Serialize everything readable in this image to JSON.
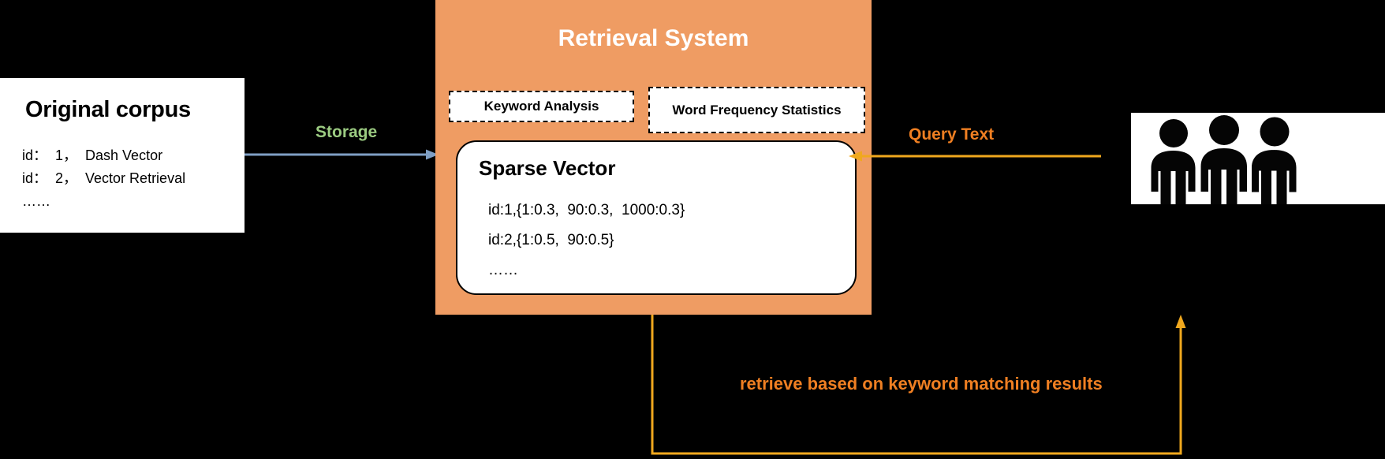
{
  "corpus": {
    "title": "Original corpus",
    "lines": [
      "id：  1，  Dash Vector",
      "id：  2，  Vector Retrieval",
      "……"
    ]
  },
  "retrieval_system": {
    "title": "Retrieval System",
    "keyword_analysis": "Keyword Analysis",
    "word_frequency": "Word Frequency Statistics",
    "sparse_vector": {
      "title": "Sparse Vector",
      "lines": [
        "id:1,{1:0.3,  90:0.3,  1000:0.3}",
        "id:2,{1:0.5,  90:0.5}",
        "……"
      ]
    }
  },
  "edges": {
    "storage": "Storage",
    "query_text": "Query Text",
    "retrieve": "retrieve based on keyword matching results"
  },
  "users": {
    "icon": "three-people-icon"
  },
  "colors": {
    "panel": "#ef9c63",
    "storage_label": "#9ccc82",
    "query_label": "#ef7f22",
    "retrieve_label": "#ef7f22",
    "storage_arrow": "#7f9fc4",
    "query_arrow": "#f0a81e",
    "retrieve_arrow": "#f0a81e",
    "background": "#000000",
    "card": "#ffffff"
  }
}
